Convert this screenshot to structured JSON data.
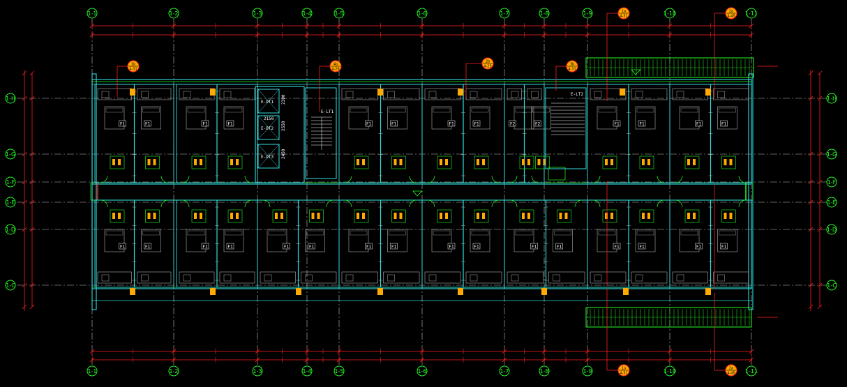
{
  "drawing": {
    "colors": {
      "background": "#000000",
      "wall": "#33dddd",
      "grid": "#c0c0c0",
      "dimension": "#ff2020",
      "green": "#22ff22",
      "furniture": "#b0b0b0",
      "fixture": "#ffaa00",
      "text": "#ffffff"
    },
    "vertical_axes": [
      "1-1",
      "1-2",
      "1-3",
      "1-4",
      "1-5",
      "1-6",
      "1-7",
      "1-8",
      "1-9",
      "1-10",
      "1-11"
    ],
    "horizontal_axes_left": [
      "1-H",
      "1-G",
      "1-F",
      "1-E",
      "1-D",
      "1-C"
    ],
    "horizontal_axes_right": [
      "1-H",
      "1-G",
      "1-F",
      "1-E",
      "1-D",
      "1-C"
    ],
    "section_markers": [
      {
        "num": "1b",
        "ref": "4-31"
      },
      {
        "num": "4b",
        "ref": "4-26"
      },
      {
        "num": "2b",
        "ref": "4-23"
      },
      {
        "num": "3b",
        "ref": "4-31"
      },
      {
        "num": "1a",
        "ref": "4-31"
      },
      {
        "num": "2a",
        "ref": "4-45"
      }
    ],
    "core_labels": {
      "elevator_1": "E-DT1",
      "elevator_2": "E-DT2",
      "elevator_3": "E-DT3",
      "stair_1": "E-LT1",
      "stair_2": "E-LT2"
    },
    "dimensions": [
      "2150",
      "2300",
      "2550",
      "2450"
    ],
    "room_tags": {
      "unit": "F1",
      "special": "F2"
    }
  }
}
